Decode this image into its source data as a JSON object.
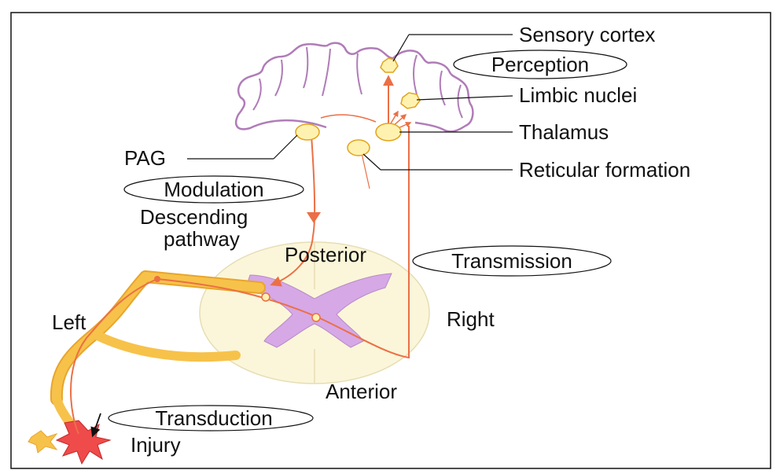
{
  "labels": {
    "sensory_cortex": "Sensory cortex",
    "perception": "Perception",
    "limbic_nuclei": "Limbic nuclei",
    "thalamus": "Thalamus",
    "pag": "PAG",
    "reticular_formation": "Reticular formation",
    "modulation": "Modulation",
    "descending_line1": "Descending",
    "descending_line2": "pathway",
    "posterior": "Posterior",
    "transmission": "Transmission",
    "left": "Left",
    "right": "Right",
    "anterior": "Anterior",
    "transduction": "Transduction",
    "injury": "Injury"
  },
  "colors": {
    "brain_outline": "#b07cb8",
    "pathway": "#ec6f45",
    "nucleus_fill": "#fff2b0",
    "nucleus_stroke": "#e2a21c",
    "spinal_cord": "#fbf6d9",
    "grey_matter": "#d6a8e6",
    "nerve": "#f5b63e",
    "injury": "#ef4b4b"
  }
}
